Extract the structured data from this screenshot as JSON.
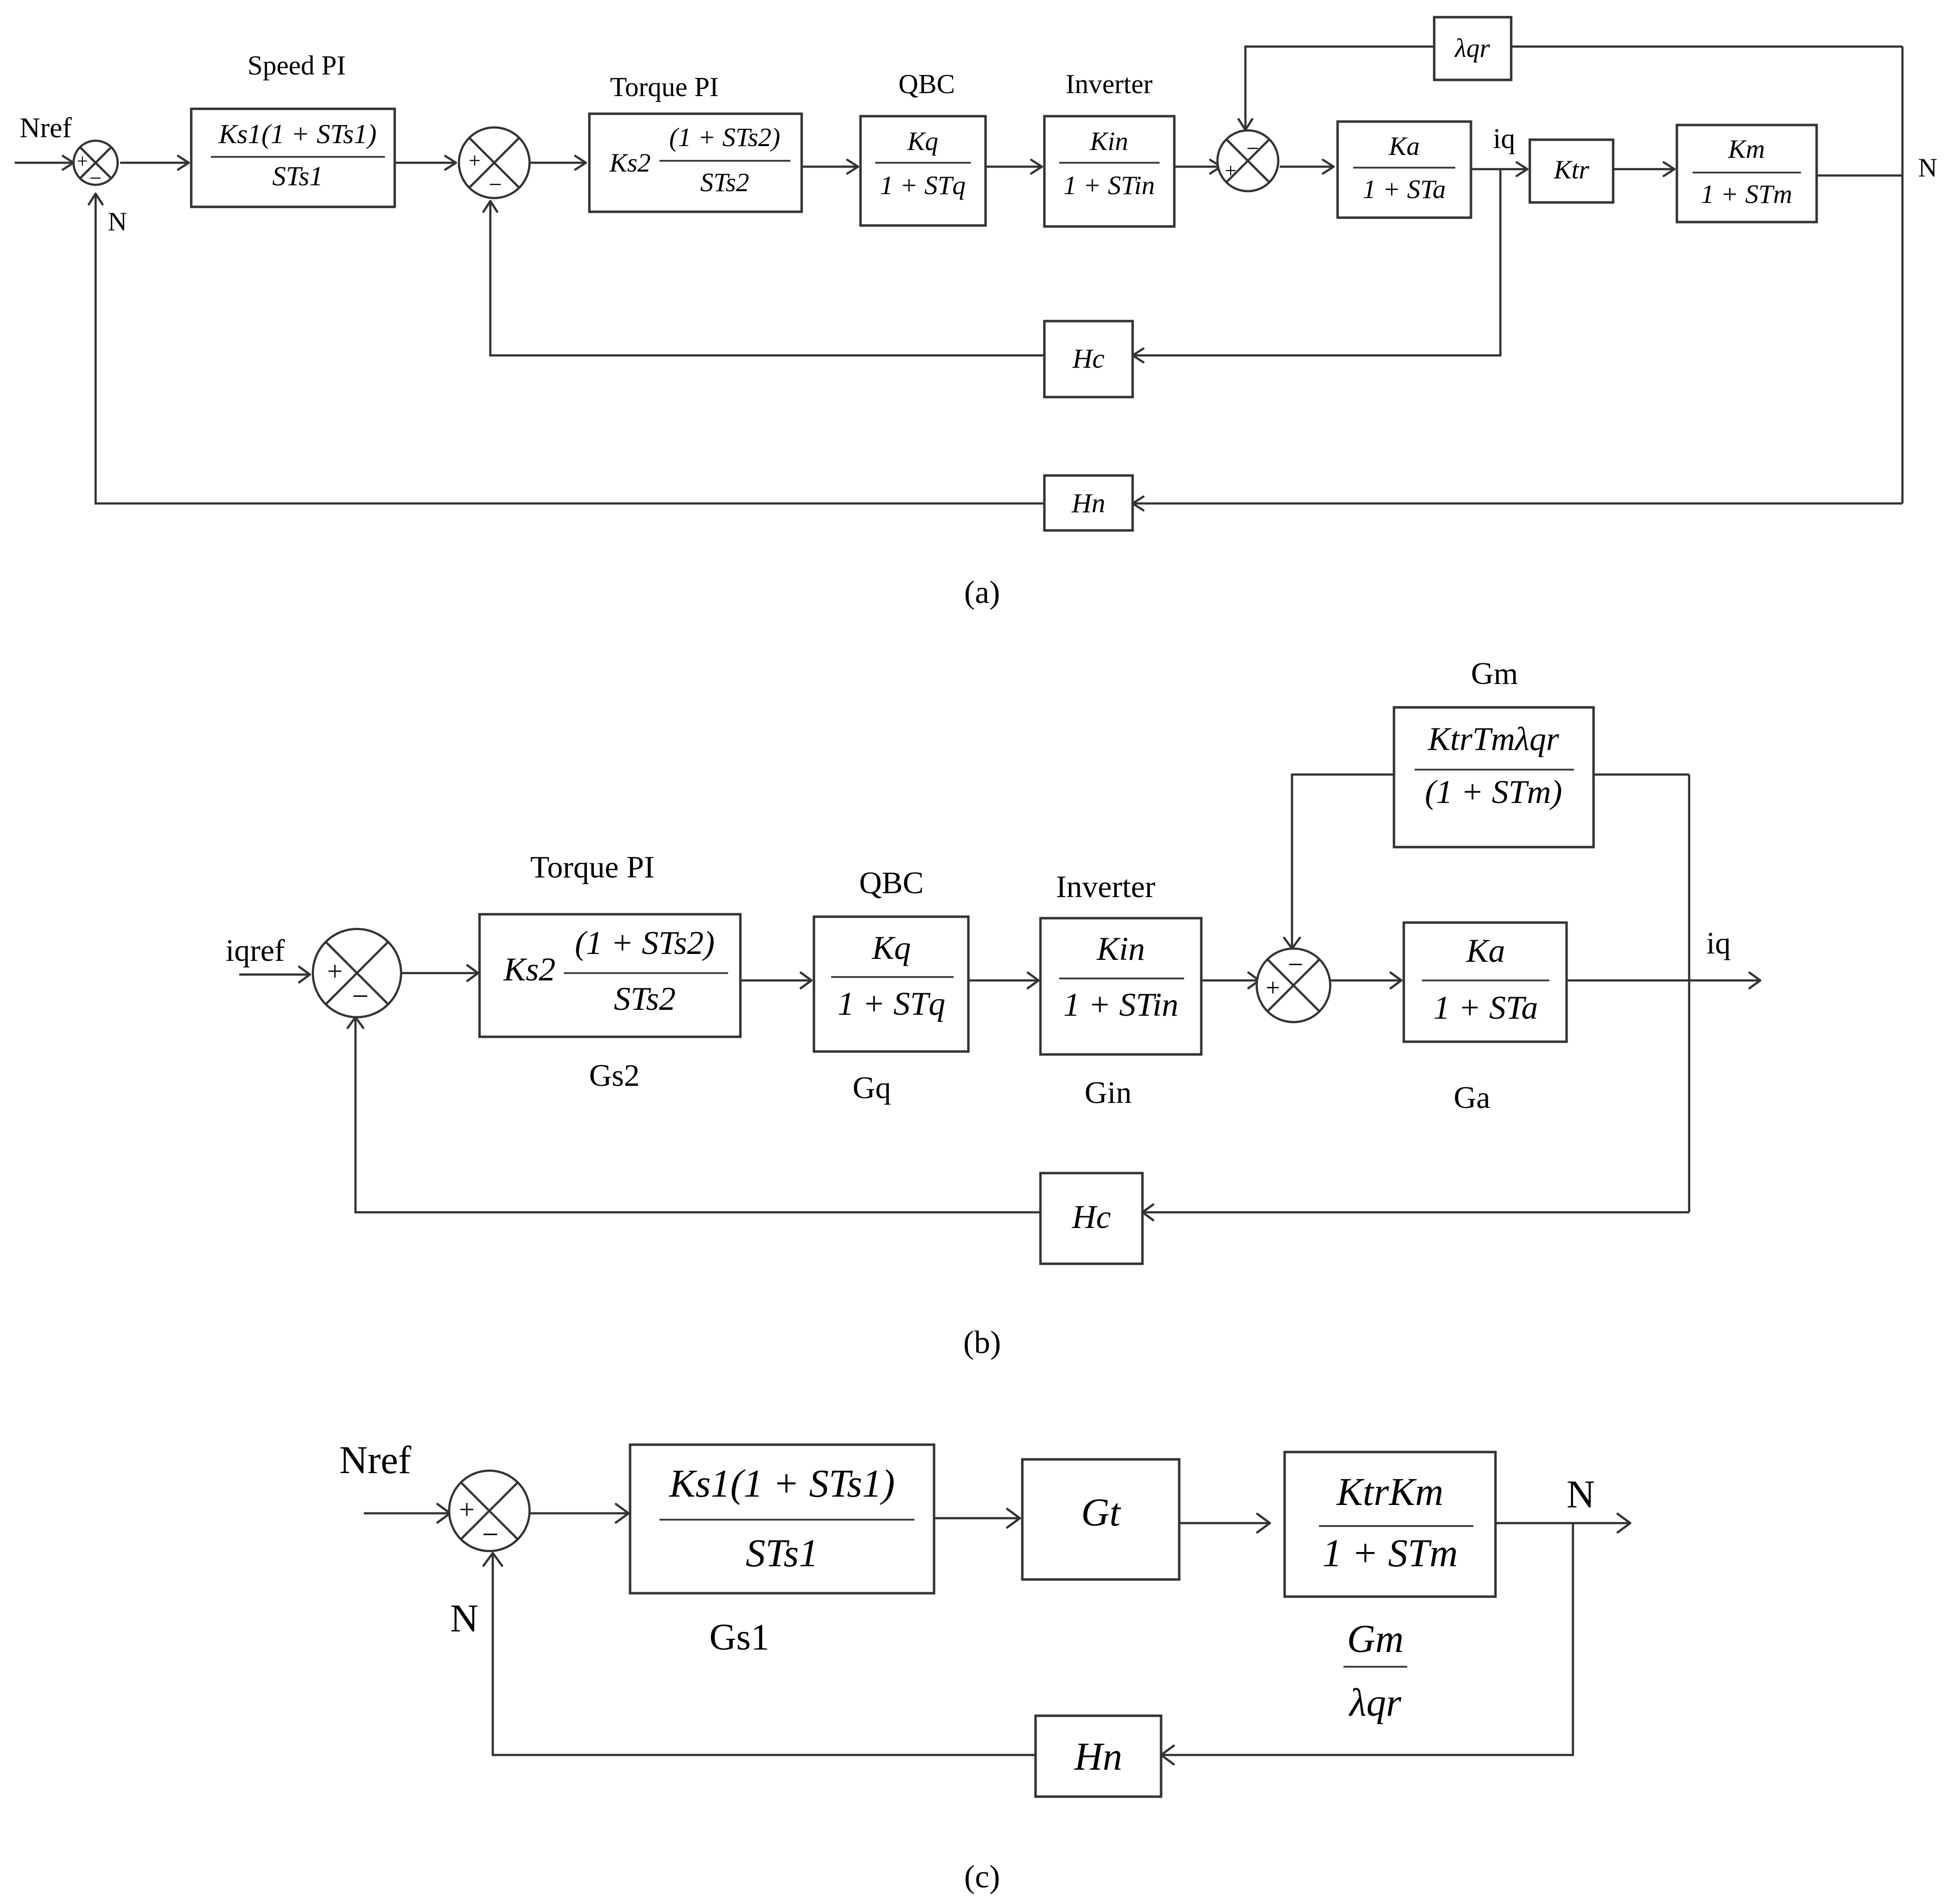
{
  "panels": {
    "a": {
      "caption": "(a)",
      "headers": {
        "speed_pi": "Speed PI",
        "torque_pi": "Torque PI",
        "qbc": "QBC",
        "inverter": "Inverter"
      },
      "signals": {
        "nref": "Nref",
        "n_feedback": "N",
        "n_out": "N",
        "iq": "iq"
      },
      "blocks": {
        "speed_pi": {
          "num": "Ks1(1 + STs1)",
          "den": "STs1"
        },
        "torque_pi": {
          "gain": "Ks2",
          "num": "(1 + STs2)",
          "den": "STs2"
        },
        "qbc": {
          "num": "Kq",
          "den": "1 + STq"
        },
        "inverter": {
          "num": "Kin",
          "den": "1 + STin"
        },
        "armature": {
          "num": "Ka",
          "den": "1 + STa"
        },
        "torque_const": {
          "label": "Ktr"
        },
        "motor": {
          "num": "Km",
          "den": "1 + STm"
        },
        "flux": {
          "label": "λqr"
        },
        "current_fb": {
          "label": "Hc"
        },
        "speed_fb": {
          "label": "Hn"
        }
      },
      "signs": {
        "plus": "+",
        "minus": "−"
      }
    },
    "b": {
      "caption": "(b)",
      "headers": {
        "torque_pi": "Torque PI",
        "qbc": "QBC",
        "inverter": "Inverter",
        "gm": "Gm"
      },
      "signals": {
        "iqref": "iqref",
        "iq": "iq"
      },
      "names": {
        "gs2": "Gs2",
        "gq": "Gq",
        "gin": "Gin",
        "ga": "Ga"
      },
      "blocks": {
        "torque_pi": {
          "gain": "Ks2",
          "num": "(1 + STs2)",
          "den": "STs2"
        },
        "qbc": {
          "num": "Kq",
          "den": "1 + STq"
        },
        "inverter": {
          "num": "Kin",
          "den": "1 + STin"
        },
        "armature": {
          "num": "Ka",
          "den": "1 + STa"
        },
        "gm": {
          "num": "KtrTmλqr",
          "den": "(1 + STm)"
        },
        "current_fb": {
          "label": "Hc"
        }
      },
      "signs": {
        "plus": "+",
        "minus": "−"
      }
    },
    "c": {
      "caption": "(c)",
      "signals": {
        "nref": "Nref",
        "n_feedback": "N",
        "n_out": "N"
      },
      "names": {
        "gs1": "Gs1",
        "gm_ratio_num": "Gm",
        "gm_ratio_den": "λqr"
      },
      "blocks": {
        "speed_pi": {
          "num": "Ks1(1 + STs1)",
          "den": "STs1"
        },
        "gt": {
          "label": "Gt"
        },
        "plant": {
          "num": "KtrKm",
          "den": "1 + STm"
        },
        "speed_fb": {
          "label": "Hn"
        }
      },
      "signs": {
        "plus": "+",
        "minus": "−"
      }
    }
  }
}
